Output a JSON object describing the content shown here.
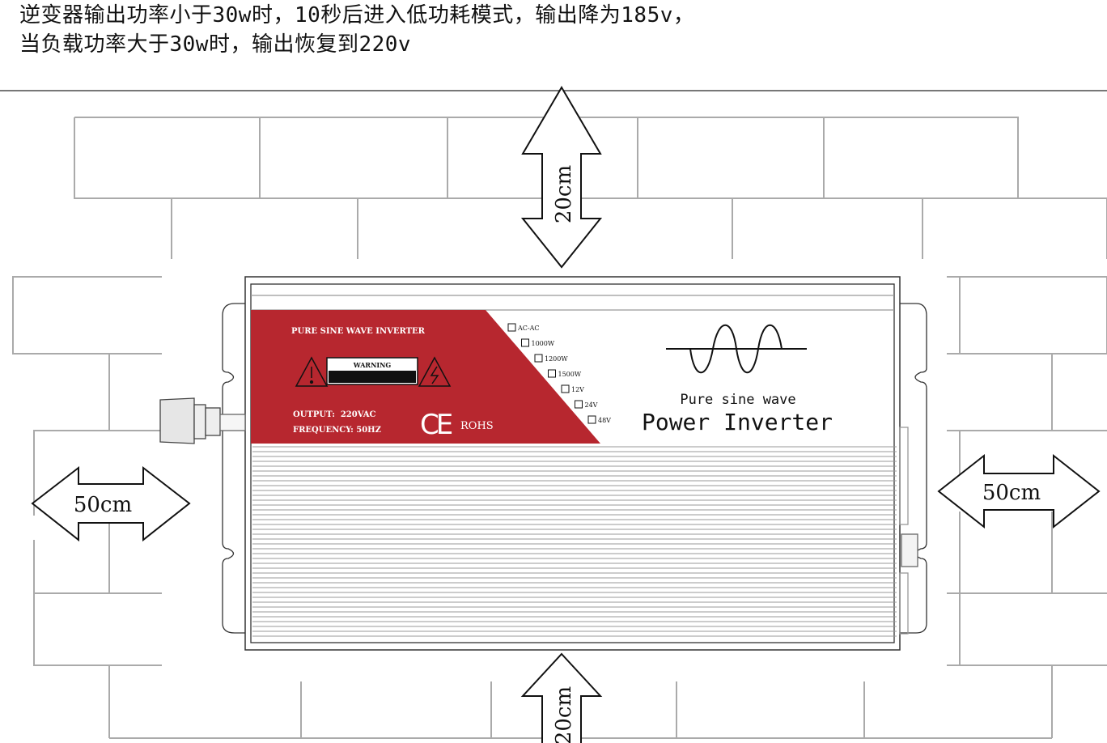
{
  "notes": [
    "逆变器输出功率小于30w时，10秒后进入低功耗模式，输出降为185v，",
    "当负载功率大于30w时，输出恢复到220v"
  ],
  "clearances": {
    "top": "20cm",
    "left": "50cm",
    "right": "50cm",
    "bottom": "20cm"
  },
  "label_panel": {
    "title": "PURE SINE WAVE INVERTER",
    "warning": "WARNING",
    "output": "OUTPUT:  220VAC",
    "frequency": "FREQUENCY: 50HZ",
    "ce_mark": "CE",
    "rohs": "ROHS",
    "color": "#b7272f"
  },
  "options": [
    "AC-AC",
    "1000W",
    "1200W",
    "1500W",
    "12V",
    "24V",
    "48V"
  ],
  "branding": {
    "tagline": "Pure sine wave",
    "product": "Power Inverter"
  }
}
